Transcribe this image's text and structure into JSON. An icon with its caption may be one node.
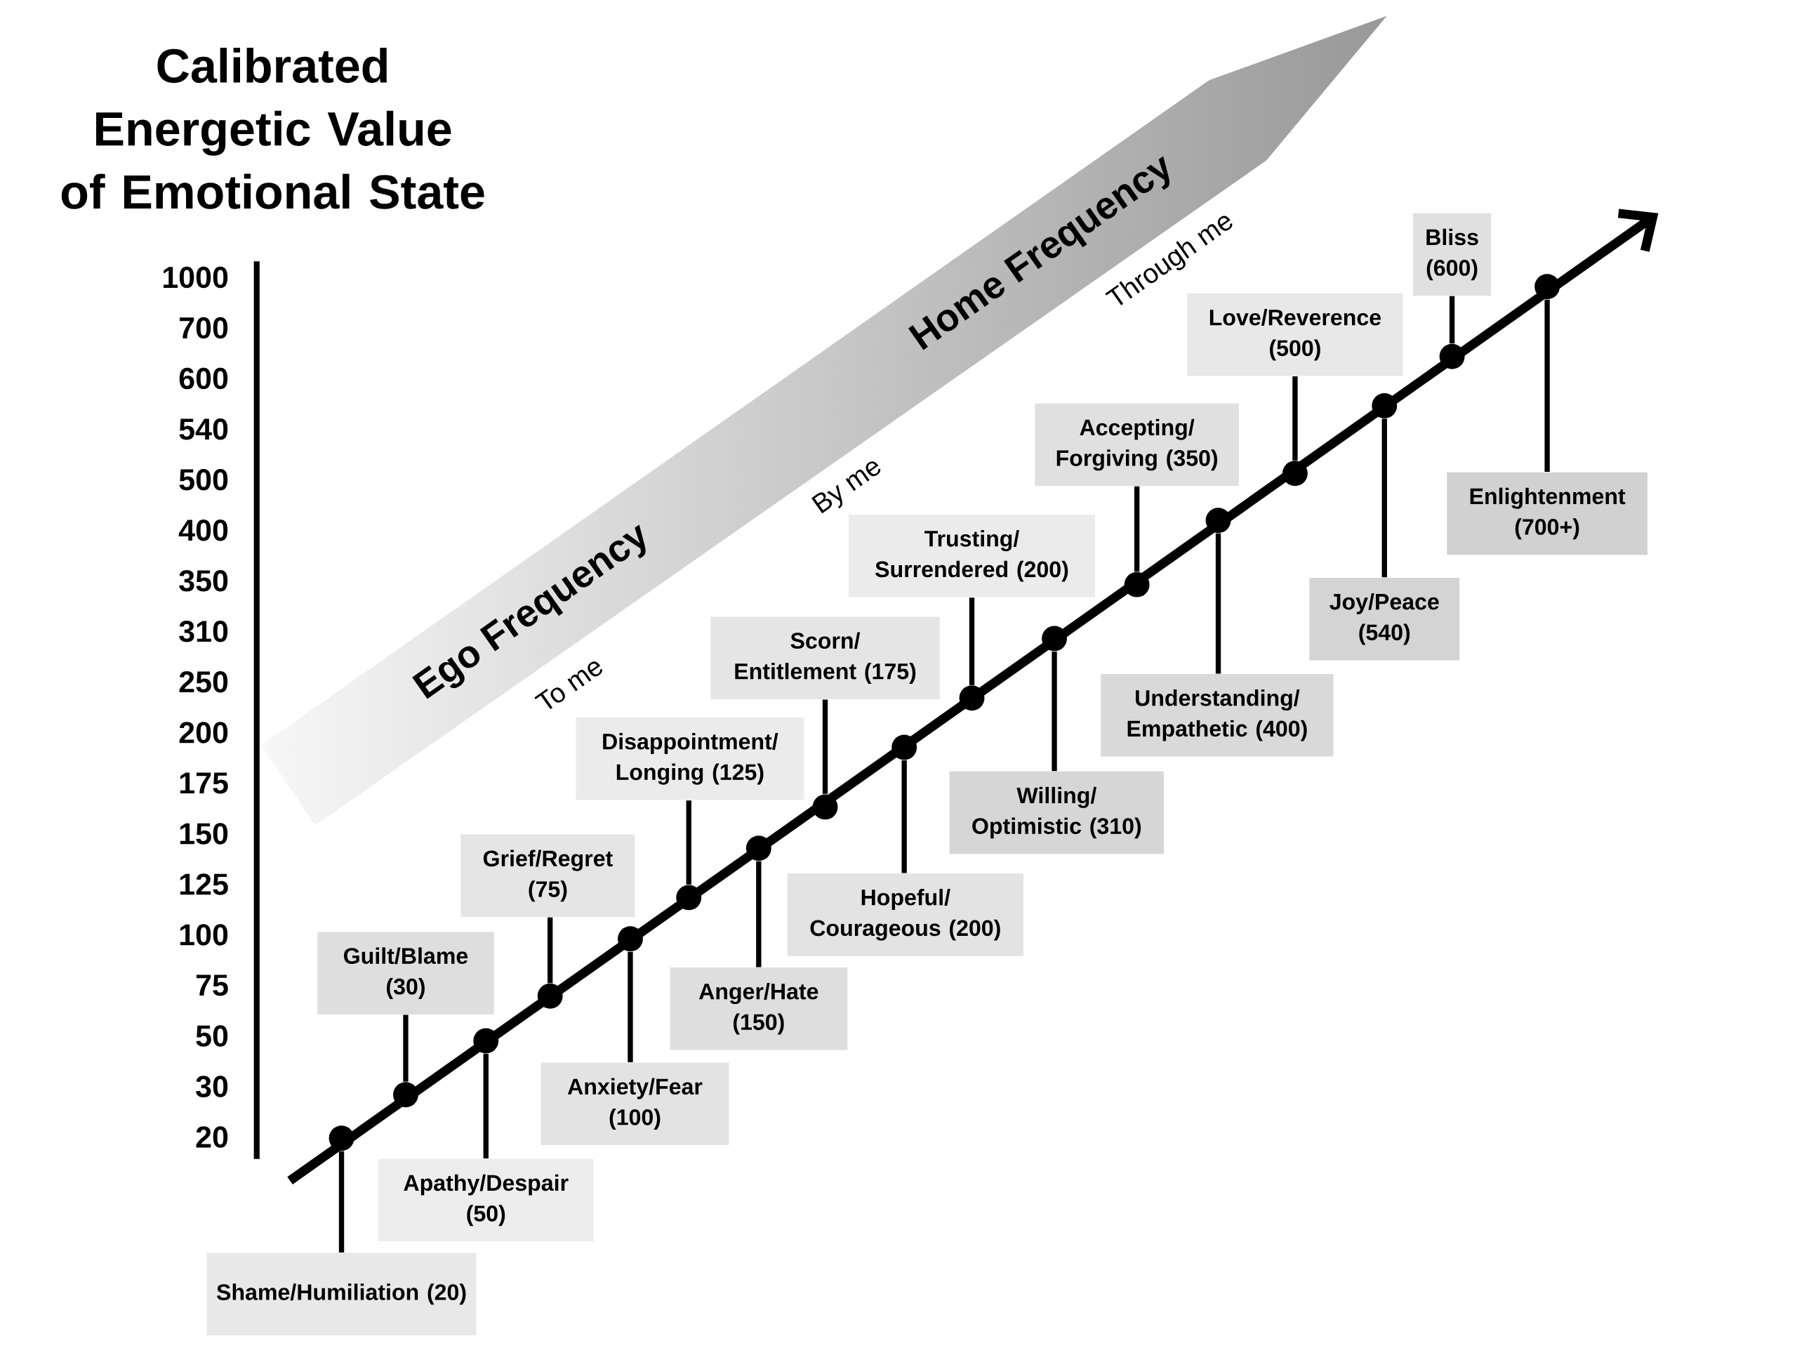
{
  "diagram": {
    "title": "Calibrated Energetic Value of Emotional State",
    "nodes": [
      {
        "text": [
          "Ego Frequency",
          "Home Frequency"
        ]
      },
      {
        "text": [
          "Shame/Humiliation (20)"
        ]
      },
      {
        "text": [
          "Guilt/Blame (30)"
        ]
      },
      {
        "text": [
          "Apathy/Despair (50)"
        ]
      },
      {
        "text": [
          "Grief/Regret (75)"
        ]
      },
      {
        "text": [
          "Anxiety/Fear (100)"
        ]
      },
      {
        "text": [
          "Disappointment/ Longing (125)"
        ]
      },
      {
        "text": [
          "Anger/Hate (150)"
        ]
      },
      {
        "text": [
          "Scorn/ Entitlement (175)"
        ]
      },
      {
        "text": [
          "Hopeful/ Courageous (200)"
        ]
      },
      {
        "text": [
          "Trusting/ Surrendered (200)"
        ]
      },
      {
        "text": [
          "Willing/ Optimistic (310)"
        ]
      },
      {
        "text": [
          "Accepting/ Forgiving (350)"
        ]
      },
      {
        "text": [
          "Understanding/ Empathetic (400)"
        ]
      },
      {
        "text": [
          "Love/Reverence (500)"
        ]
      },
      {
        "text": [
          "Joy/Peace (540)"
        ]
      },
      {
        "text": [
          "Bliss (600)"
        ]
      },
      {
        "text": [
          "Enlightenment (700+)"
        ]
      },
      {
        "text": [],
        "shape": "circle"
      },
      {
        "text": [],
        "shape": "circle"
      },
      {
        "text": [],
        "shape": "circle"
      },
      {
        "text": [],
        "shape": "circle"
      },
      {
        "text": [],
        "shape": "circle"
      },
      {
        "text": [],
        "shape": "circle"
      },
      {
        "text": [],
        "shape": "circle"
      },
      {
        "text": [],
        "shape": "circle"
      },
      {
        "text": [],
        "shape": "circle"
      },
      {
        "text": [],
        "shape": "circle"
      },
      {
        "text": [],
        "shape": "circle"
      },
      {
        "text": [],
        "shape": "circle"
      },
      {
        "text": [],
        "shape": "circle"
      },
      {
        "text": [],
        "shape": "circle"
      },
      {
        "text": [],
        "shape": "circle"
      },
      {
        "text": [],
        "shape": "circle"
      },
      {
        "text": [],
        "shape": "circle"
      }
    ],
    "edges": [
      {
        "from": 1,
        "to": 18,
        "arrow": "none"
      },
      {
        "from": 2,
        "to": 19,
        "arrow": "none"
      },
      {
        "from": 3,
        "to": 20,
        "arrow": "none"
      },
      {
        "from": 4,
        "to": 21,
        "arrow": "none"
      },
      {
        "from": 5,
        "to": 22,
        "arrow": "none"
      },
      {
        "from": 6,
        "to": 23,
        "arrow": "none"
      },
      {
        "from": 7,
        "to": 24,
        "arrow": "none"
      },
      {
        "from": 8,
        "to": 25,
        "arrow": "none"
      },
      {
        "from": 9,
        "to": 26,
        "arrow": "none"
      },
      {
        "from": 10,
        "to": 27,
        "arrow": "none"
      },
      {
        "from": 11,
        "to": 28,
        "arrow": "none"
      },
      {
        "from": 12,
        "to": 29,
        "arrow": "none"
      },
      {
        "from": 13,
        "to": 30,
        "arrow": "none"
      },
      {
        "from": 14,
        "to": 31,
        "arrow": "none"
      },
      {
        "from": 15,
        "to": 32,
        "arrow": "none"
      },
      {
        "from": 16,
        "to": 33,
        "arrow": "none"
      },
      {
        "from": 17,
        "to": 34,
        "arrow": "none"
      }
    ],
    "labels": [
      "1000",
      "700",
      "600",
      "540",
      "500",
      "400",
      "350",
      "310",
      "250",
      "200",
      "175",
      "150",
      "125",
      "100",
      "75",
      "50",
      "30",
      "20",
      "To me",
      "By me",
      "Through me"
    ]
  }
}
